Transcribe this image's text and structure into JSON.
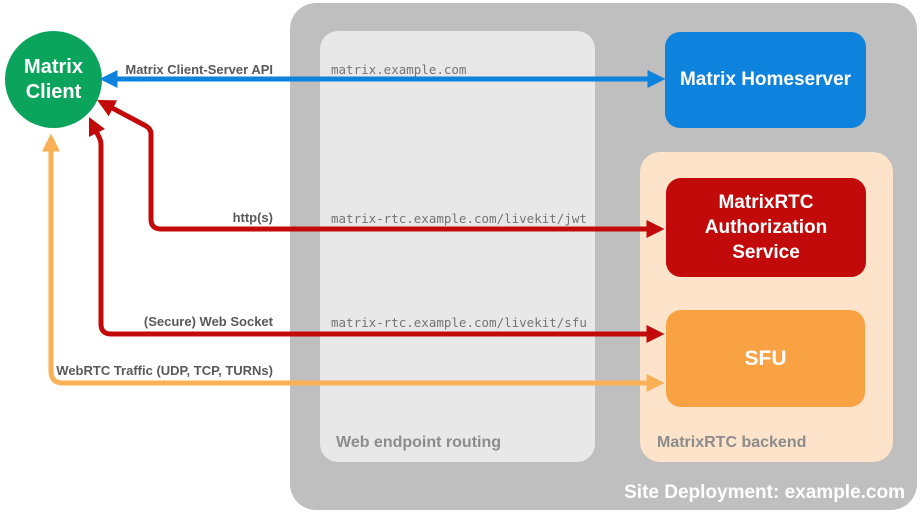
{
  "diagram": {
    "nodes": {
      "client": {
        "label": "Matrix Client"
      },
      "homeserver": {
        "label": "Matrix Homeserver"
      },
      "auth_service": {
        "label": "MatrixRTC Authorization Service"
      },
      "sfu": {
        "label": "SFU"
      }
    },
    "containers": {
      "site": {
        "label": "Site Deployment: example.com"
      },
      "routing": {
        "label": "Web endpoint routing"
      },
      "backend": {
        "label": "MatrixRTC backend"
      }
    },
    "edges": {
      "client_server_api": {
        "label": "Matrix Client-Server API",
        "route": "matrix.example.com"
      },
      "http_jwt": {
        "label": "http(s)",
        "route": "matrix-rtc.example.com/livekit/jwt"
      },
      "websocket_sfu": {
        "label": "(Secure) Web Socket",
        "route": "matrix-rtc.example.com/livekit/sfu"
      },
      "webrtc_traffic": {
        "label": "WebRTC Traffic (UDP, TCP, TURNs)"
      }
    },
    "colors": {
      "client_green": "#0BA45C",
      "homeserver_blue": "#0E83DD",
      "auth_red": "#C20A0A",
      "sfu_orange": "#F9A243",
      "webrtc_arrow_orange": "#F9B057",
      "backend_peach": "#FCE3CA",
      "site_gray": "#BFBFBF",
      "routing_gray": "#E8E8E8",
      "edge_label_gray": "#595959",
      "url_gray": "#757575",
      "zone_label_gray": "#8C8C8C"
    }
  }
}
